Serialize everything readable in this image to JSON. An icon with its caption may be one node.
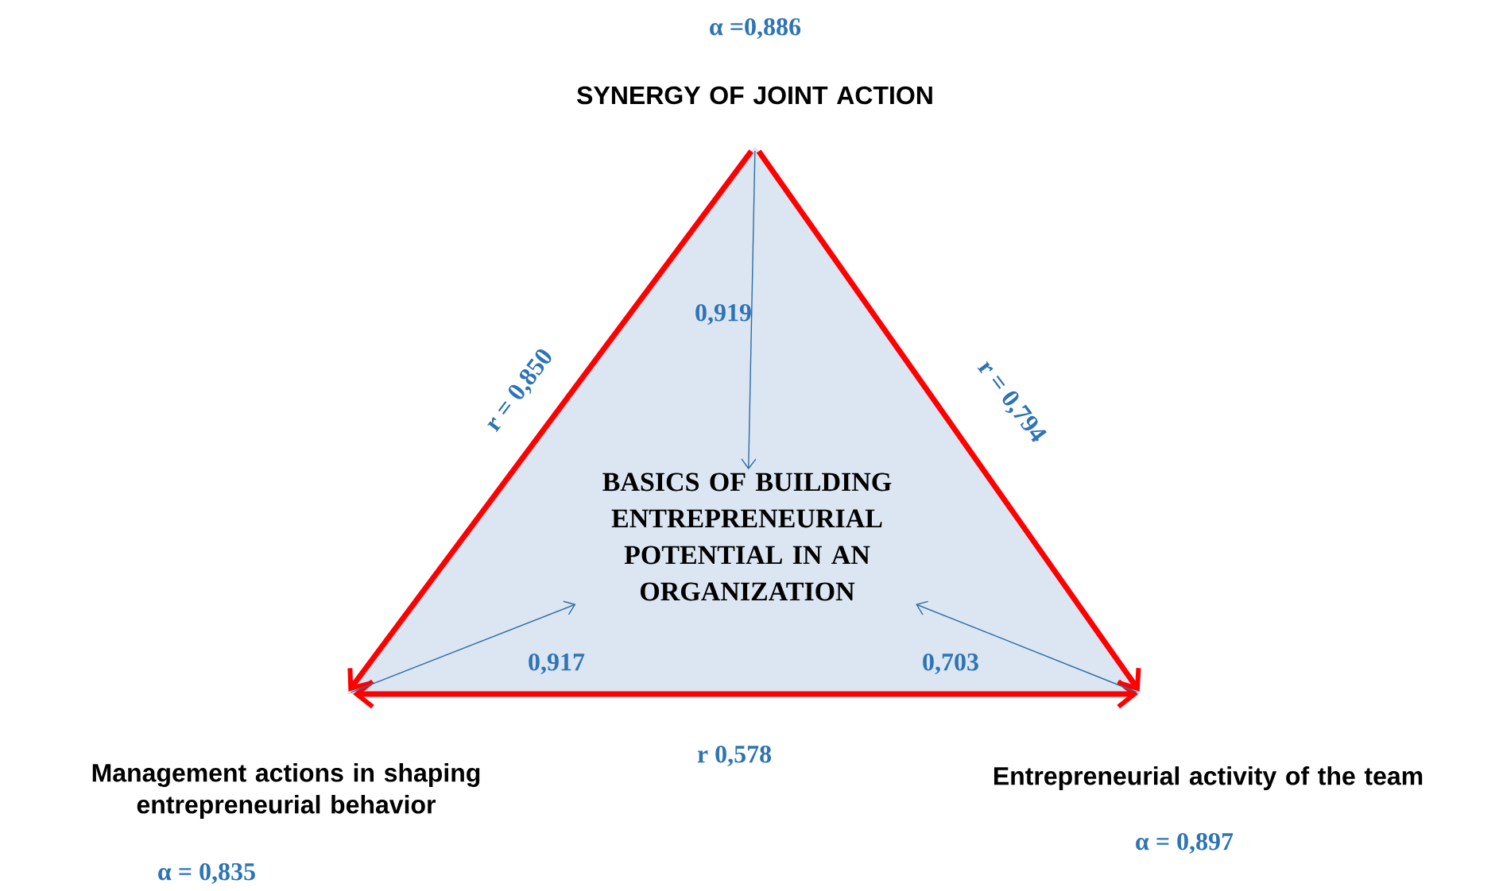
{
  "diagram": {
    "nodes": [
      {
        "text": [
          "SYNERGY OF JOINT ACTION"
        ],
        "beside": [
          "α =0,886"
        ]
      },
      {
        "text": [
          "Management actions in shaping entrepreneurial behavior"
        ],
        "beside": [
          "α = 0,835"
        ]
      },
      {
        "text": [
          "Entrepreneurial activity of the team"
        ],
        "beside": [
          "α = 0,897"
        ]
      },
      {
        "text": [
          "BASICS OF BUILDING ENTREPRENEURIAL POTENTIAL IN AN ORGANIZATION"
        ]
      }
    ],
    "edges": [
      {
        "from": 0,
        "to": 1,
        "arrow": "to",
        "label": "r = 0,850",
        "style": "thick",
        "color": "#ff0000"
      },
      {
        "from": 0,
        "to": 2,
        "arrow": "to",
        "label": "r = 0,794",
        "style": "thick",
        "color": "#ff0000"
      },
      {
        "from": 1,
        "to": 2,
        "arrow": "both",
        "label": "r 0,578",
        "style": "thick",
        "color": "#ff0000"
      },
      {
        "from": 0,
        "to": 3,
        "arrow": "to",
        "label": "0,919",
        "color": "#2e6da4"
      },
      {
        "from": 1,
        "to": 3,
        "arrow": "to",
        "label": "0,917",
        "color": "#2e6da4"
      },
      {
        "from": 2,
        "to": 3,
        "arrow": "to",
        "label": "0,703",
        "color": "#2e6da4"
      }
    ]
  }
}
